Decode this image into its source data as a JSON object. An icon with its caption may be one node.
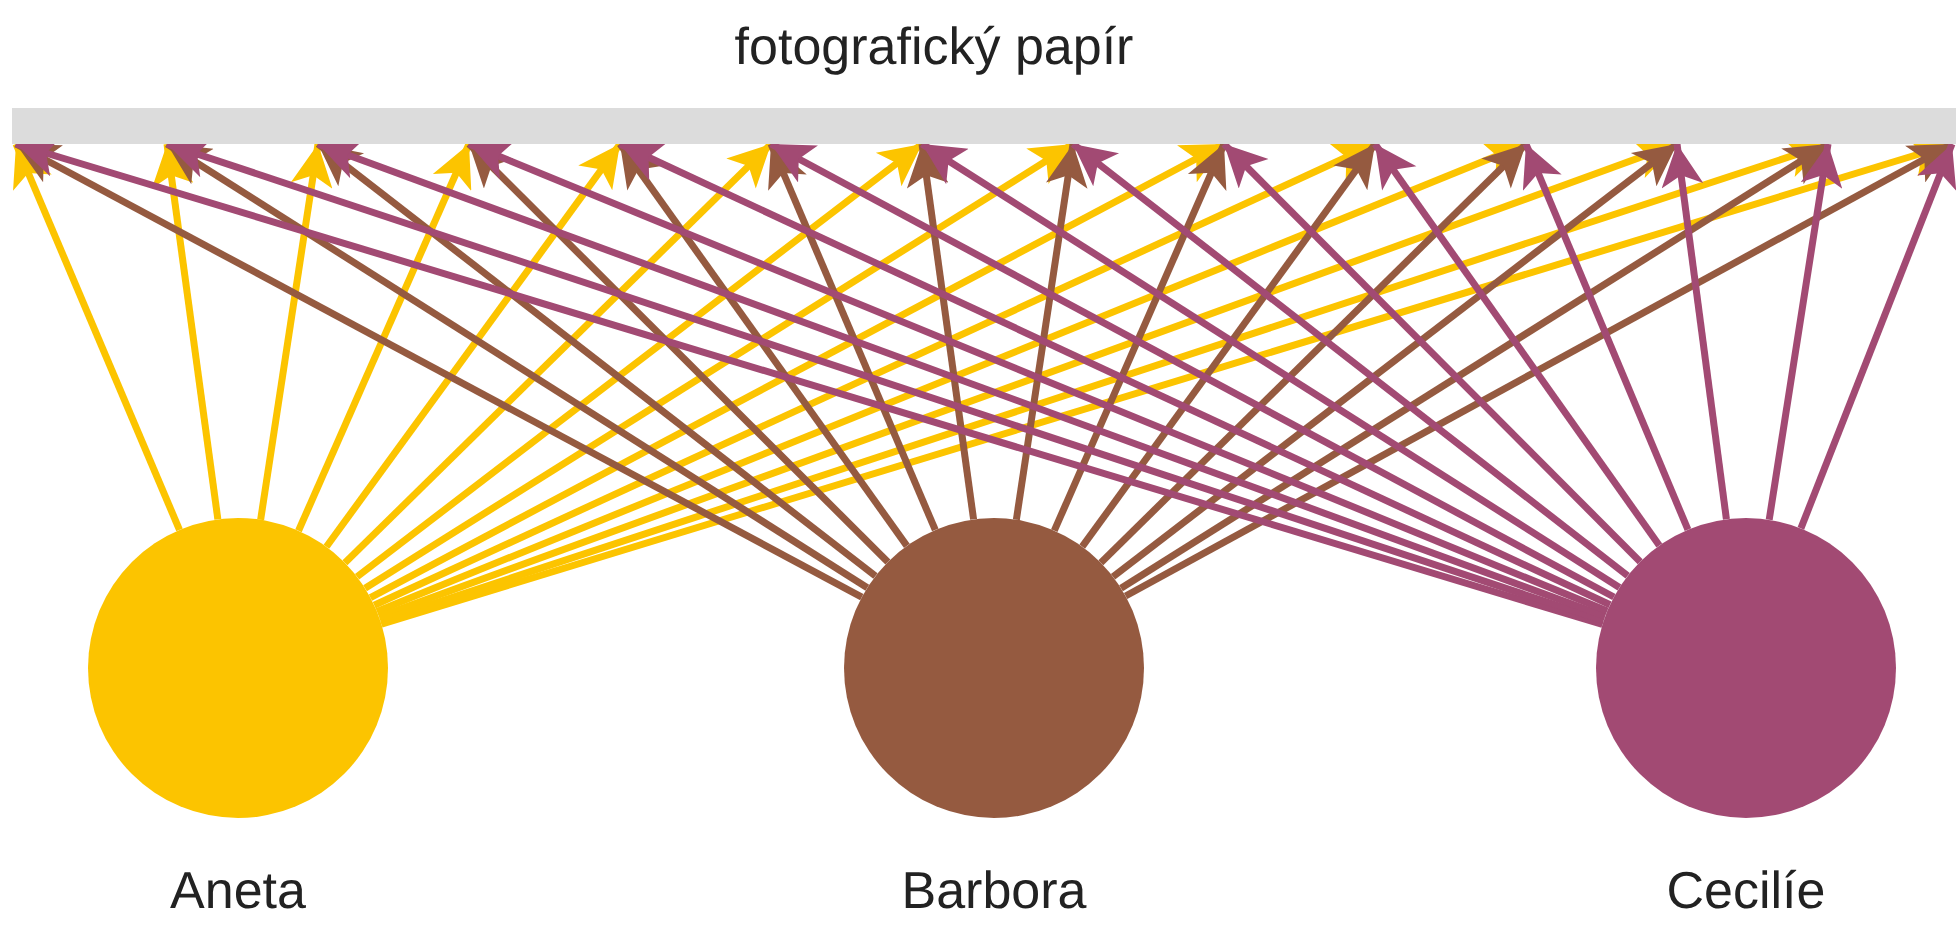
{
  "diagram": {
    "nodes": [
      {
        "text": [
          "fotografický papír"
        ]
      },
      {
        "text": [
          "Aneta"
        ]
      },
      {
        "text": [
          "Barbora"
        ]
      },
      {
        "text": [
          "Cecilíe"
        ]
      }
    ],
    "edges": [
      {
        "from": 1,
        "to": 0,
        "arrow": "to",
        "color": "#fcc400"
      },
      {
        "from": 1,
        "to": 0,
        "arrow": "to",
        "color": "#fcc400"
      },
      {
        "from": 1,
        "to": 0,
        "arrow": "to",
        "color": "#fcc400"
      },
      {
        "from": 1,
        "to": 0,
        "arrow": "to",
        "color": "#fcc400"
      },
      {
        "from": 1,
        "to": 0,
        "arrow": "to",
        "color": "#fcc400"
      },
      {
        "from": 1,
        "to": 0,
        "arrow": "to",
        "color": "#fcc400"
      },
      {
        "from": 1,
        "to": 0,
        "arrow": "to",
        "color": "#fcc400"
      },
      {
        "from": 1,
        "to": 0,
        "arrow": "to",
        "color": "#fcc400"
      },
      {
        "from": 1,
        "to": 0,
        "arrow": "to",
        "color": "#fcc400"
      },
      {
        "from": 1,
        "to": 0,
        "arrow": "to",
        "color": "#fcc400"
      },
      {
        "from": 1,
        "to": 0,
        "arrow": "to",
        "color": "#fcc400"
      },
      {
        "from": 1,
        "to": 0,
        "arrow": "to",
        "color": "#fcc400"
      },
      {
        "from": 1,
        "to": 0,
        "arrow": "to",
        "color": "#fcc400"
      },
      {
        "from": 1,
        "to": 0,
        "arrow": "to",
        "color": "#fcc400"
      },
      {
        "from": 2,
        "to": 0,
        "arrow": "to",
        "color": "#955a40"
      },
      {
        "from": 2,
        "to": 0,
        "arrow": "to",
        "color": "#955a40"
      },
      {
        "from": 2,
        "to": 0,
        "arrow": "to",
        "color": "#955a40"
      },
      {
        "from": 2,
        "to": 0,
        "arrow": "to",
        "color": "#955a40"
      },
      {
        "from": 2,
        "to": 0,
        "arrow": "to",
        "color": "#955a40"
      },
      {
        "from": 2,
        "to": 0,
        "arrow": "to",
        "color": "#955a40"
      },
      {
        "from": 2,
        "to": 0,
        "arrow": "to",
        "color": "#955a40"
      },
      {
        "from": 2,
        "to": 0,
        "arrow": "to",
        "color": "#955a40"
      },
      {
        "from": 2,
        "to": 0,
        "arrow": "to",
        "color": "#955a40"
      },
      {
        "from": 2,
        "to": 0,
        "arrow": "to",
        "color": "#955a40"
      },
      {
        "from": 2,
        "to": 0,
        "arrow": "to",
        "color": "#955a40"
      },
      {
        "from": 2,
        "to": 0,
        "arrow": "to",
        "color": "#955a40"
      },
      {
        "from": 2,
        "to": 0,
        "arrow": "to",
        "color": "#955a40"
      },
      {
        "from": 2,
        "to": 0,
        "arrow": "to",
        "color": "#955a40"
      },
      {
        "from": 3,
        "to": 0,
        "arrow": "to",
        "color": "#a24a73"
      },
      {
        "from": 3,
        "to": 0,
        "arrow": "to",
        "color": "#a24a73"
      },
      {
        "from": 3,
        "to": 0,
        "arrow": "to",
        "color": "#a24a73"
      },
      {
        "from": 3,
        "to": 0,
        "arrow": "to",
        "color": "#a24a73"
      },
      {
        "from": 3,
        "to": 0,
        "arrow": "to",
        "color": "#a24a73"
      },
      {
        "from": 3,
        "to": 0,
        "arrow": "to",
        "color": "#a24a73"
      },
      {
        "from": 3,
        "to": 0,
        "arrow": "to",
        "color": "#a24a73"
      },
      {
        "from": 3,
        "to": 0,
        "arrow": "to",
        "color": "#a24a73"
      },
      {
        "from": 3,
        "to": 0,
        "arrow": "to",
        "color": "#a24a73"
      },
      {
        "from": 3,
        "to": 0,
        "arrow": "to",
        "color": "#a24a73"
      },
      {
        "from": 3,
        "to": 0,
        "arrow": "to",
        "color": "#a24a73"
      },
      {
        "from": 3,
        "to": 0,
        "arrow": "to",
        "color": "#a24a73"
      },
      {
        "from": 3,
        "to": 0,
        "arrow": "to",
        "color": "#a24a73"
      },
      {
        "from": 3,
        "to": 0,
        "arrow": "to",
        "color": "#a24a73"
      }
    ]
  }
}
